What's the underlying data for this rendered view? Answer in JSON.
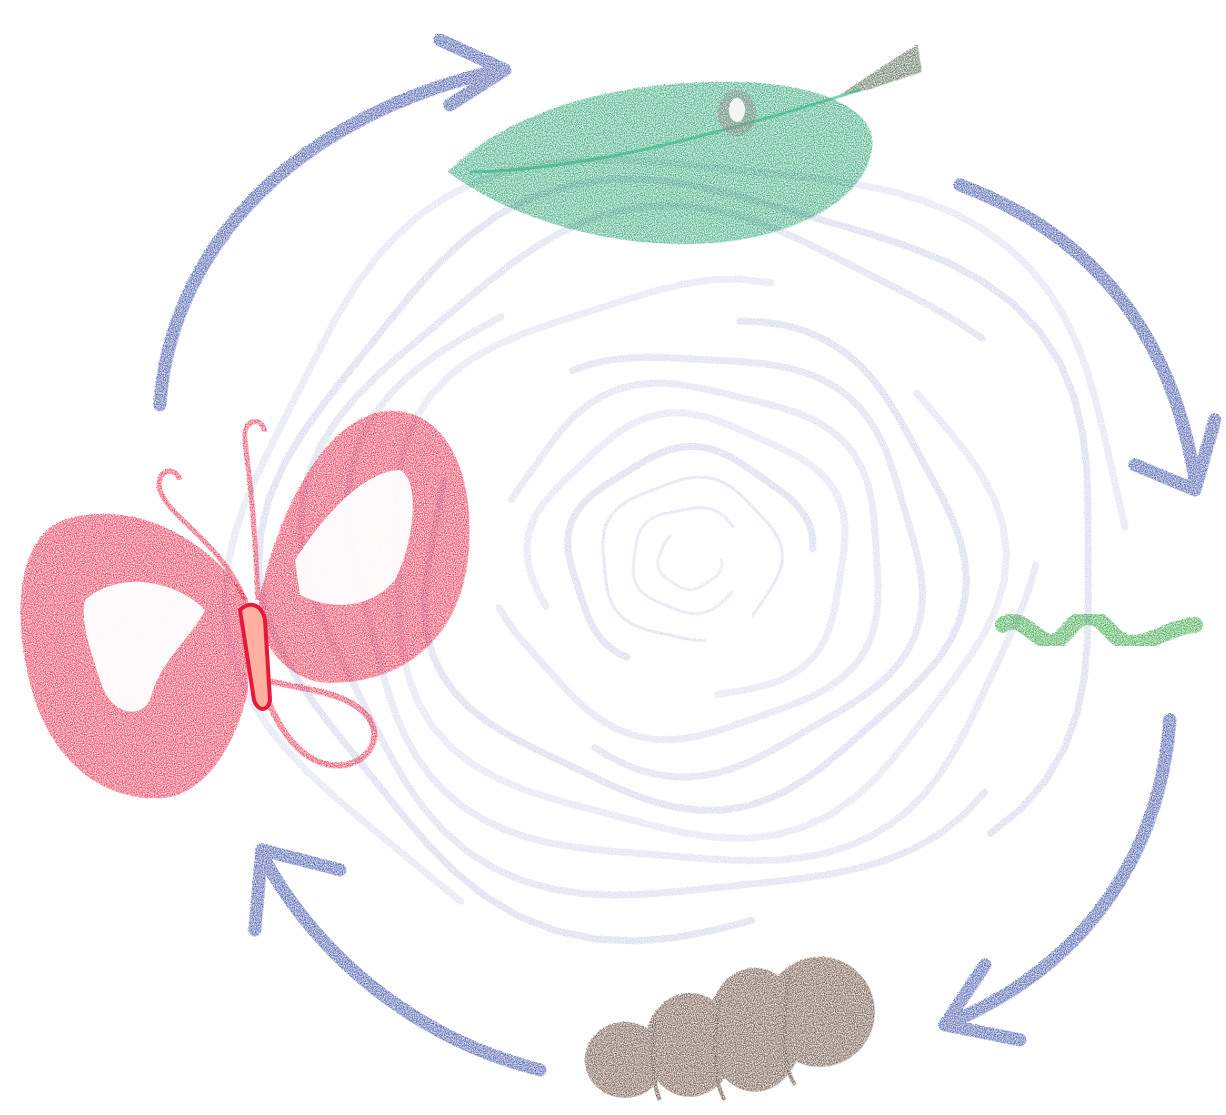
{
  "diagram": {
    "type": "life-cycle",
    "stages": [
      {
        "id": "egg-on-leaf",
        "icon": "leaf-with-egg-icon",
        "color": "#1f9e6a"
      },
      {
        "id": "caterpillar",
        "icon": "caterpillar-icon",
        "color": "#1e9a2e"
      },
      {
        "id": "pupa",
        "icon": "chrysalis-icon",
        "color": "#5a3a2a"
      },
      {
        "id": "butterfly",
        "icon": "butterfly-icon",
        "color": "#e8183a"
      }
    ],
    "arrows": {
      "direction": "clockwise",
      "color": "#2a3f9e",
      "count": 4
    },
    "center": {
      "pattern": "spiral-scribble",
      "color": "#4a5aa8"
    }
  }
}
